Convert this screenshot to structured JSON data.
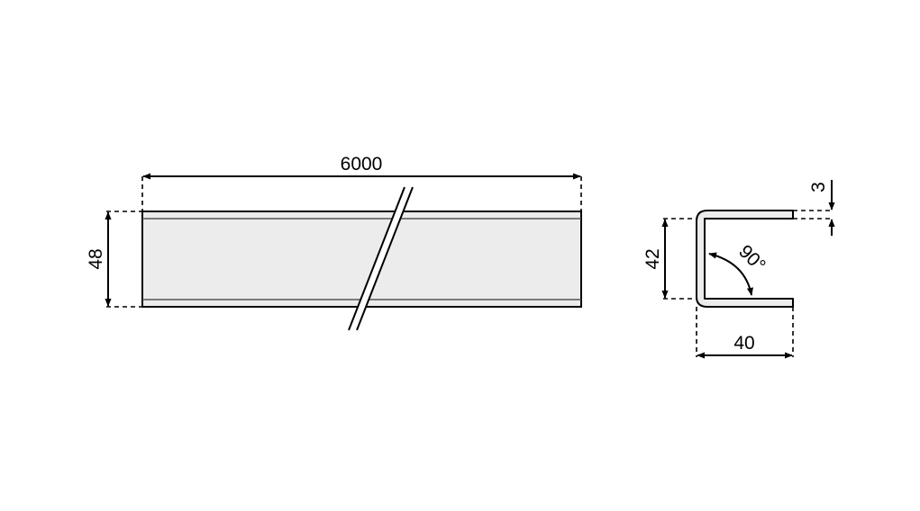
{
  "drawing": {
    "length_label": "6000",
    "height_label": "48",
    "profile": {
      "height_label": "42",
      "width_label": "40",
      "thickness_label": "3",
      "angle_label": "90°"
    },
    "colors": {
      "fill": "#ececec",
      "line": "#000000"
    }
  }
}
